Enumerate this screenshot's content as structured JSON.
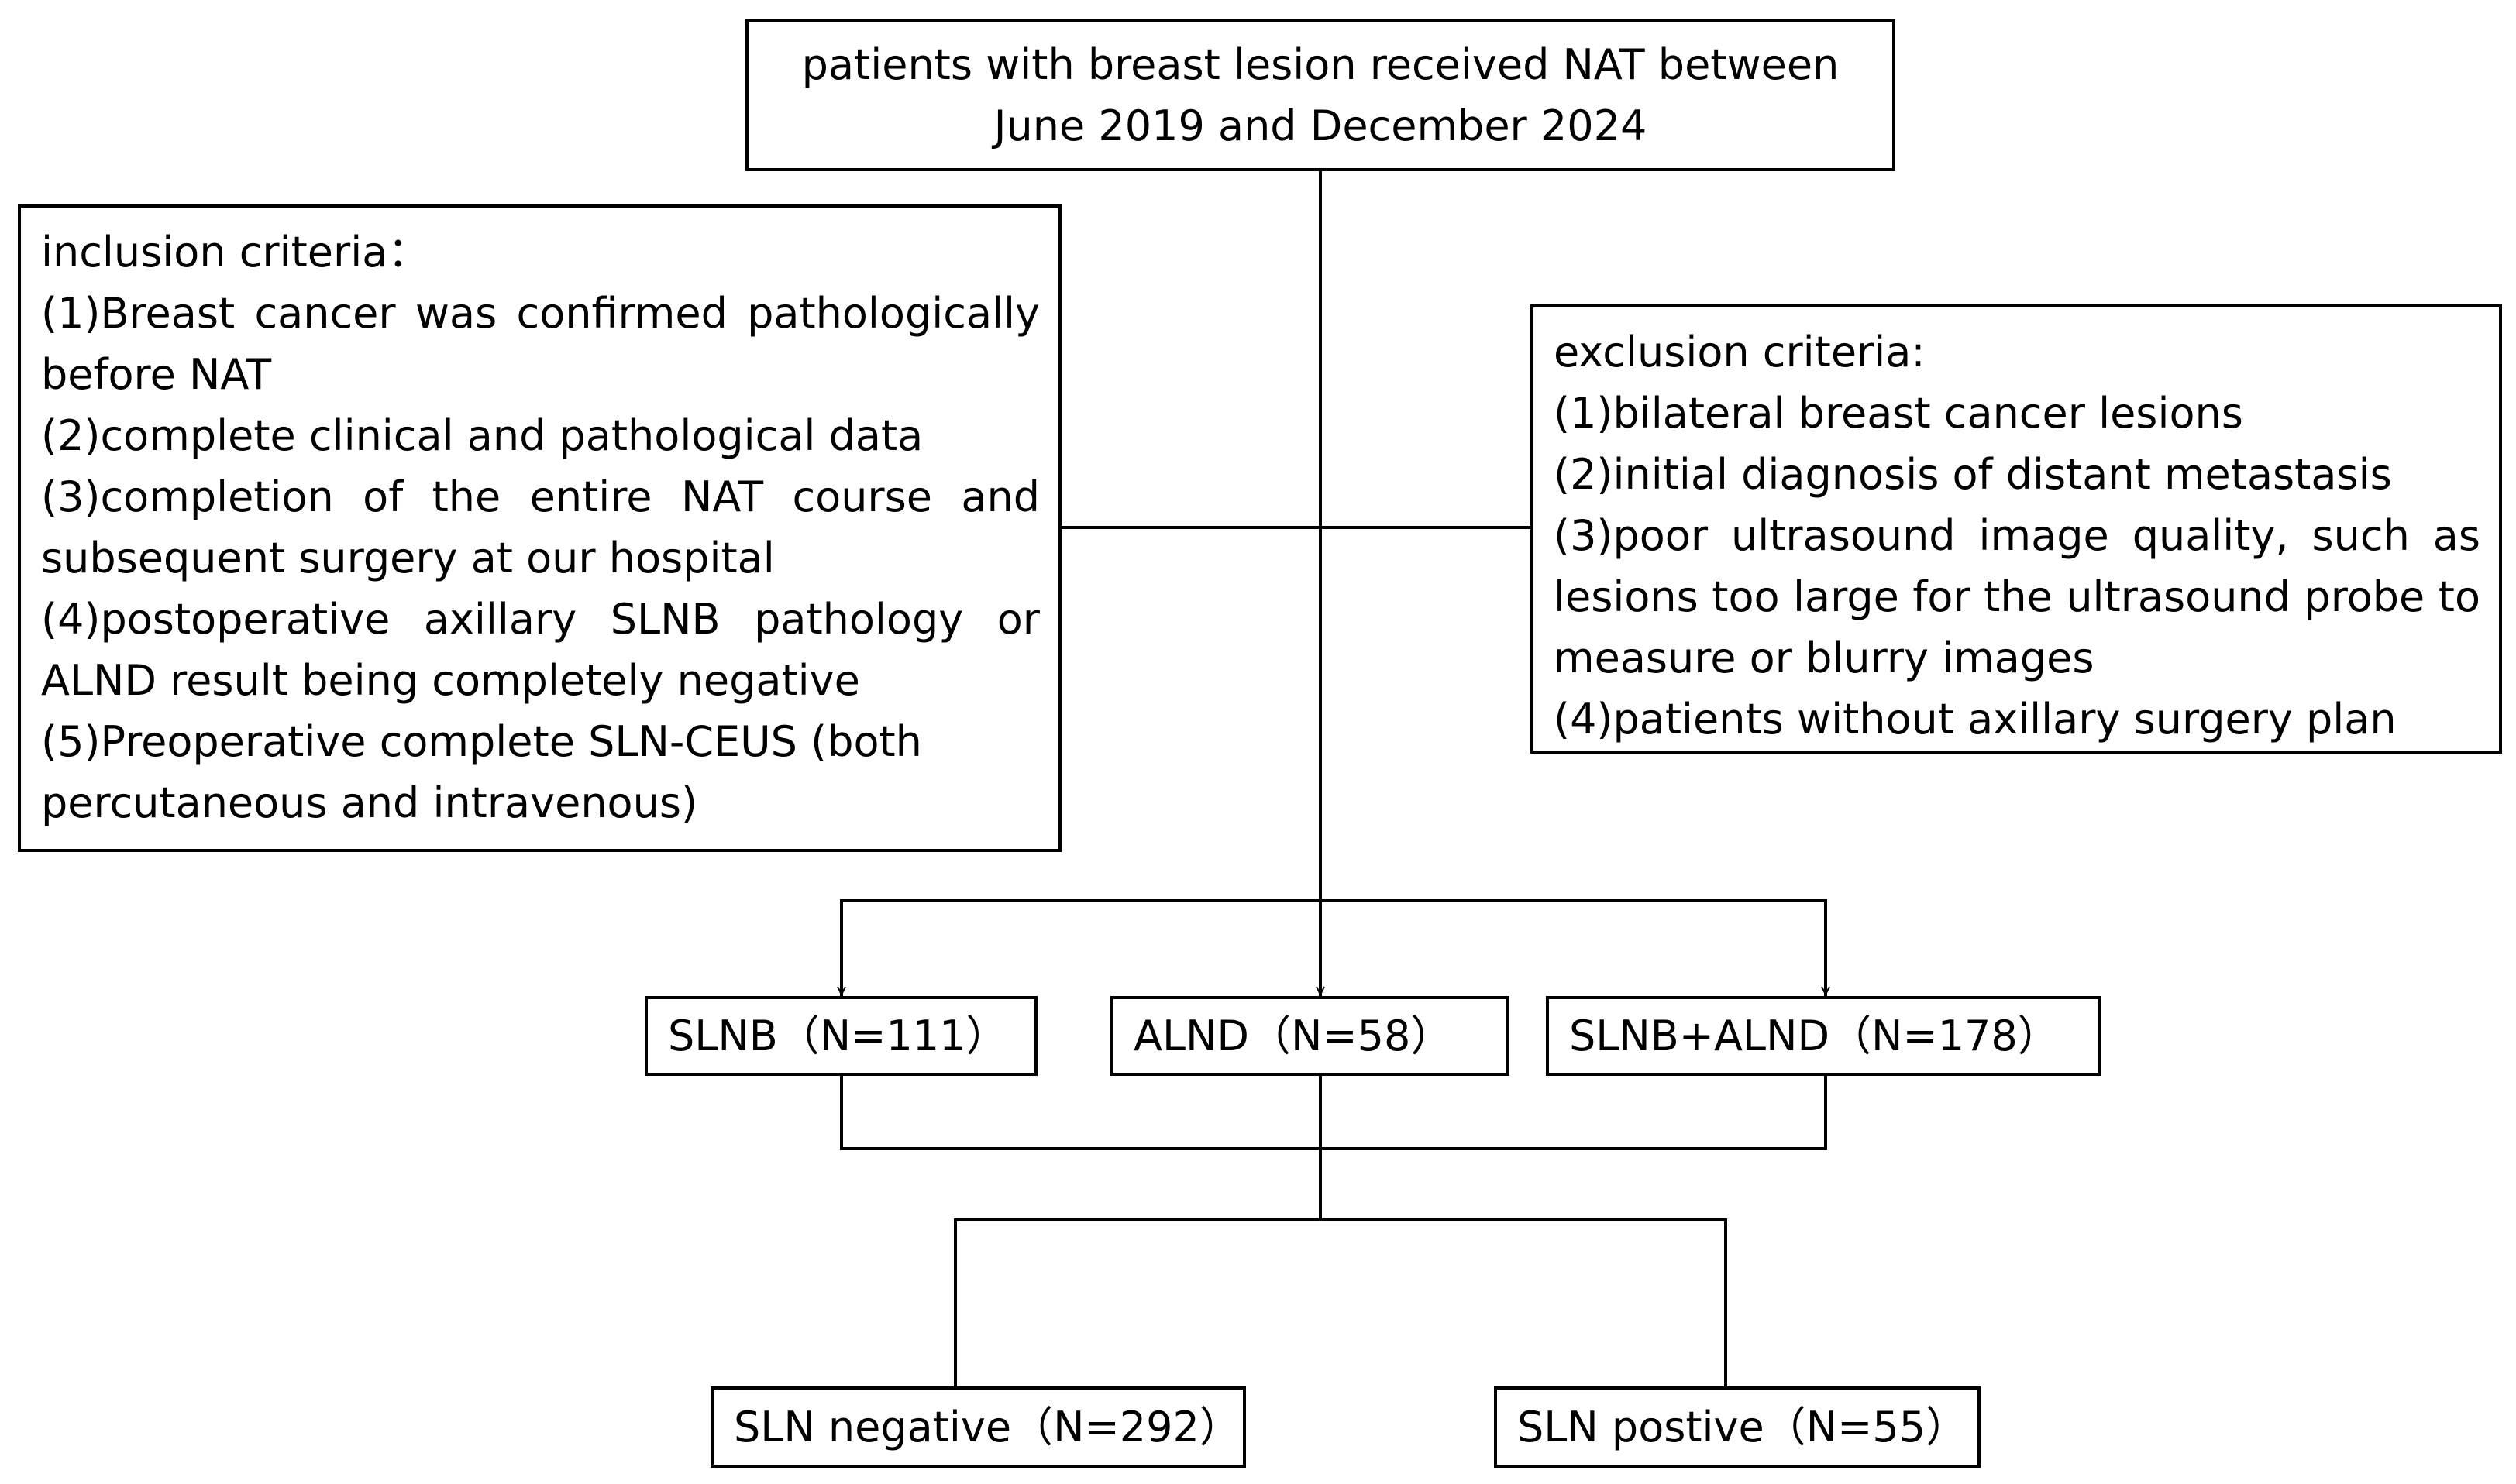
{
  "diagram": {
    "start": {
      "line1": "patients with breast lesion received NAT between",
      "line2": "June 2019 and December 2024"
    },
    "inclusion": {
      "heading": "inclusion criteria：",
      "items": [
        [
          "(1)Breast cancer was confirmed pathologically",
          "before NAT"
        ],
        [
          "(2)complete clinical and pathological data"
        ],
        [
          "(3)completion of the entire NAT course and",
          "subsequent surgery at our hospital"
        ],
        [
          "(4)postoperative axillary SLNB pathology or",
          "ALND result being completely negative"
        ],
        [
          "(5)Preoperative complete SLN-CEUS (both",
          "percutaneous and intravenous)"
        ]
      ]
    },
    "exclusion": {
      "heading": "exclusion criteria:",
      "items": [
        [
          "(1)bilateral breast cancer lesions"
        ],
        [
          "(2)initial diagnosis of distant metastasis"
        ],
        [
          "(3)poor ultrasound image quality, such as",
          "lesions too large for the ultrasound probe to",
          "measure or blurry images"
        ],
        [
          "(4)patients without axillary surgery plan"
        ]
      ]
    },
    "groups": [
      {
        "label": "SLNB（N=111）"
      },
      {
        "label": "ALND（N=58）"
      },
      {
        "label": "SLNB+ALND（N=178）"
      }
    ],
    "outcomes": [
      {
        "label": "SLN negative（N=292）"
      },
      {
        "label": "SLN postive（N=55）"
      }
    ]
  }
}
